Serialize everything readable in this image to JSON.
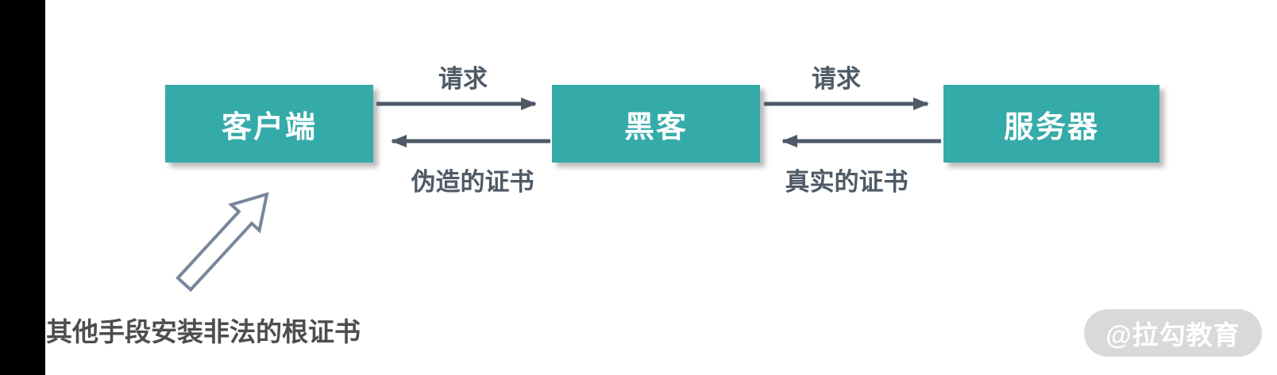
{
  "diagram": {
    "title_semantic": "mitm-certificate-attack-flow",
    "nodes": [
      {
        "id": "client",
        "label": "客户端"
      },
      {
        "id": "hacker",
        "label": "黑客"
      },
      {
        "id": "server",
        "label": "服务器"
      }
    ],
    "edges": [
      {
        "from": "client",
        "to": "hacker",
        "label": "请求",
        "direction": "right"
      },
      {
        "from": "hacker",
        "to": "client",
        "label": "伪造的证书",
        "direction": "left"
      },
      {
        "from": "hacker",
        "to": "server",
        "label": "请求",
        "direction": "right"
      },
      {
        "from": "server",
        "to": "hacker",
        "label": "真实的证书",
        "direction": "left"
      }
    ],
    "annotation": {
      "text": "其他手段安装非法的根证书",
      "arrow": "hollow-up-right-arrow",
      "target": "client"
    },
    "watermark": "@拉勾教育",
    "colors": {
      "node_bg": "#35ABA9",
      "node_text": "#FFFFFF",
      "arrow": "#4E5A68",
      "label_text": "#4E5A66",
      "annotation_text": "#4D4D4D",
      "annotation_arrow": "#78869B",
      "watermark_bg": "#D9D9D9",
      "watermark_text": "#FFFFFF",
      "left_bar": "#000000"
    }
  }
}
